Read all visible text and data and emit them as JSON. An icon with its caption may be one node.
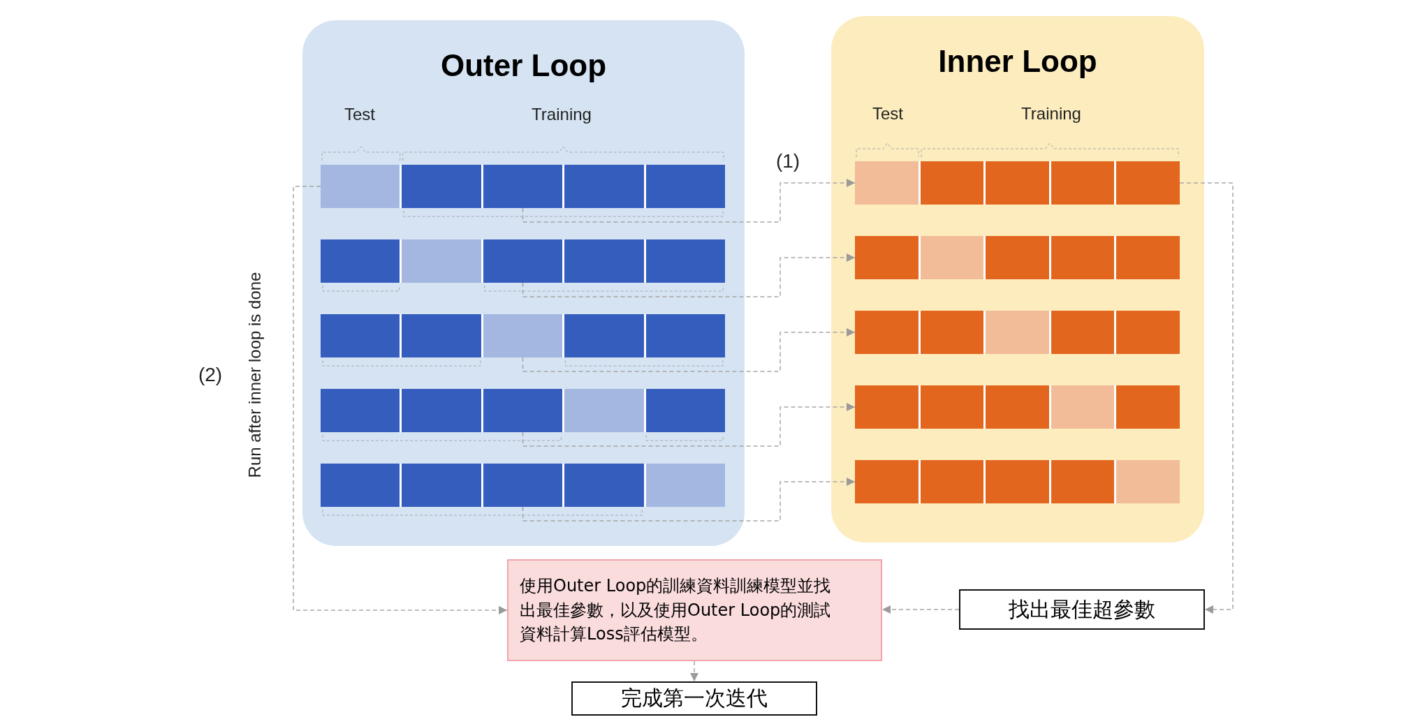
{
  "diagram": {
    "nodes": [
      {
        "text": [
          "Outer Loop"
        ]
      },
      {
        "text": [],
        "shape": "bar",
        "in": 0
      },
      {
        "text": [],
        "shape": "bar",
        "in": 0
      },
      {
        "text": [],
        "shape": "bar",
        "in": 0
      },
      {
        "text": [],
        "shape": "bar",
        "in": 0
      },
      {
        "text": [],
        "shape": "bar",
        "in": 0
      },
      {
        "text": [
          "Inner Loop"
        ]
      },
      {
        "text": [],
        "shape": "bar",
        "in": 6
      },
      {
        "text": [],
        "shape": "bar",
        "in": 6
      },
      {
        "text": [],
        "shape": "bar",
        "in": 6
      },
      {
        "text": [],
        "shape": "bar",
        "in": 6
      },
      {
        "text": [],
        "shape": "bar",
        "in": 6
      },
      {
        "text": [
          "使用Outer Loop的訓練資料訓練模型並找出最佳參數，以及使用Outer Loop的測試資料計算Loss評估模型。"
        ]
      },
      {
        "text": [
          "找出最佳超參數"
        ]
      },
      {
        "text": [
          "完成第一次迭代"
        ]
      }
    ],
    "edges": [
      {
        "from": 1,
        "to": 7,
        "arrow": "to",
        "style": "dashed"
      },
      {
        "from": 2,
        "to": 8,
        "arrow": "to",
        "style": "dashed"
      },
      {
        "from": 3,
        "to": 9,
        "arrow": "to",
        "style": "dashed"
      },
      {
        "from": 4,
        "to": 10,
        "arrow": "to",
        "style": "dashed"
      },
      {
        "from": 5,
        "to": 11,
        "arrow": "to",
        "style": "dashed"
      },
      {
        "from": 7,
        "to": 13,
        "arrow": "to",
        "style": "dashed"
      },
      {
        "from": 1,
        "to": 12,
        "arrow": "to",
        "style": "dashed"
      },
      {
        "from": 13,
        "to": 12,
        "arrow": "to",
        "style": "dashed"
      },
      {
        "from": 12,
        "to": 14,
        "arrow": "to",
        "style": "dashed"
      }
    ],
    "labels": [
      "Test",
      "Training",
      "Test",
      "Training",
      "(1)",
      "(2)",
      "Run after inner loop is done"
    ]
  }
}
